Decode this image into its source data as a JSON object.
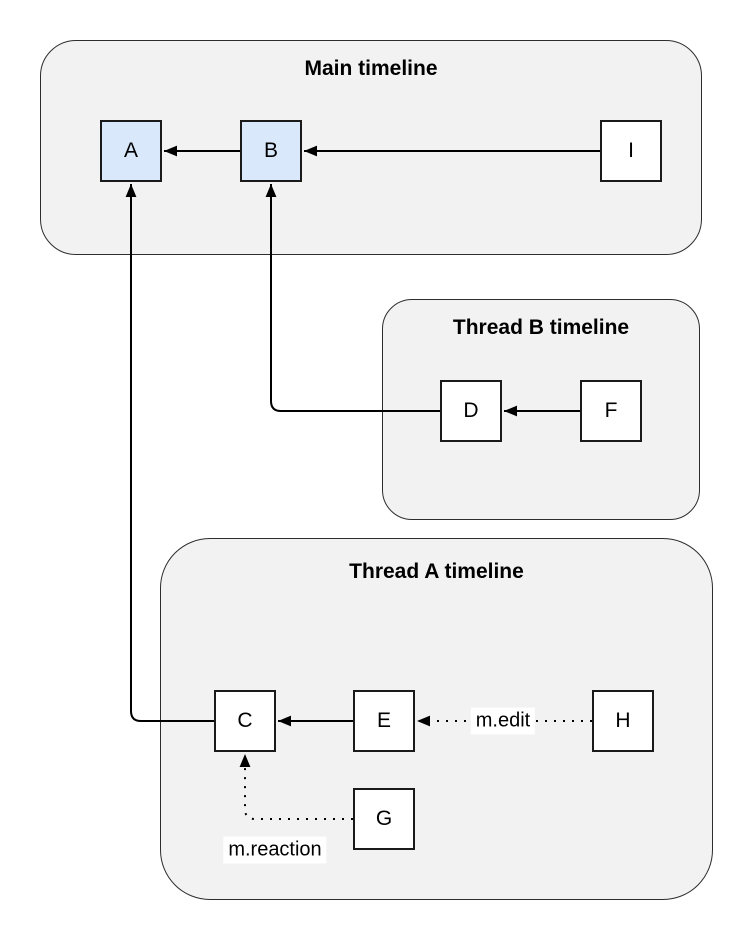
{
  "diagram": {
    "containers": {
      "main": {
        "title": "Main timeline"
      },
      "threadB": {
        "title": "Thread B timeline"
      },
      "threadA": {
        "title": "Thread A timeline"
      }
    },
    "nodes": {
      "A": {
        "label": "A",
        "highlighted": true,
        "timeline": "main"
      },
      "B": {
        "label": "B",
        "highlighted": true,
        "timeline": "main"
      },
      "I": {
        "label": "I",
        "highlighted": false,
        "timeline": "main"
      },
      "D": {
        "label": "D",
        "highlighted": false,
        "timeline": "threadB"
      },
      "F": {
        "label": "F",
        "highlighted": false,
        "timeline": "threadB"
      },
      "C": {
        "label": "C",
        "highlighted": false,
        "timeline": "threadA"
      },
      "E": {
        "label": "E",
        "highlighted": false,
        "timeline": "threadA"
      },
      "H": {
        "label": "H",
        "highlighted": false,
        "timeline": "threadA"
      },
      "G": {
        "label": "G",
        "highlighted": false,
        "timeline": "threadA"
      }
    },
    "edges": [
      {
        "from": "B",
        "to": "A",
        "style": "solid"
      },
      {
        "from": "I",
        "to": "B",
        "style": "solid"
      },
      {
        "from": "C",
        "to": "A",
        "style": "solid"
      },
      {
        "from": "D",
        "to": "B",
        "style": "solid"
      },
      {
        "from": "F",
        "to": "D",
        "style": "solid"
      },
      {
        "from": "E",
        "to": "C",
        "style": "solid"
      },
      {
        "from": "H",
        "to": "E",
        "style": "dotted",
        "label": "m.edit"
      },
      {
        "from": "G",
        "to": "C",
        "style": "dotted",
        "label": "m.reaction"
      }
    ],
    "colors": {
      "highlight_node_fill": "#dae8fc",
      "node_fill": "#ffffff",
      "node_stroke": "#1a1a1a",
      "container_fill": "#f2f2f2",
      "container_stroke": "#2d2d2d",
      "edge_stroke": "#000000",
      "background": "#ffffff"
    }
  }
}
